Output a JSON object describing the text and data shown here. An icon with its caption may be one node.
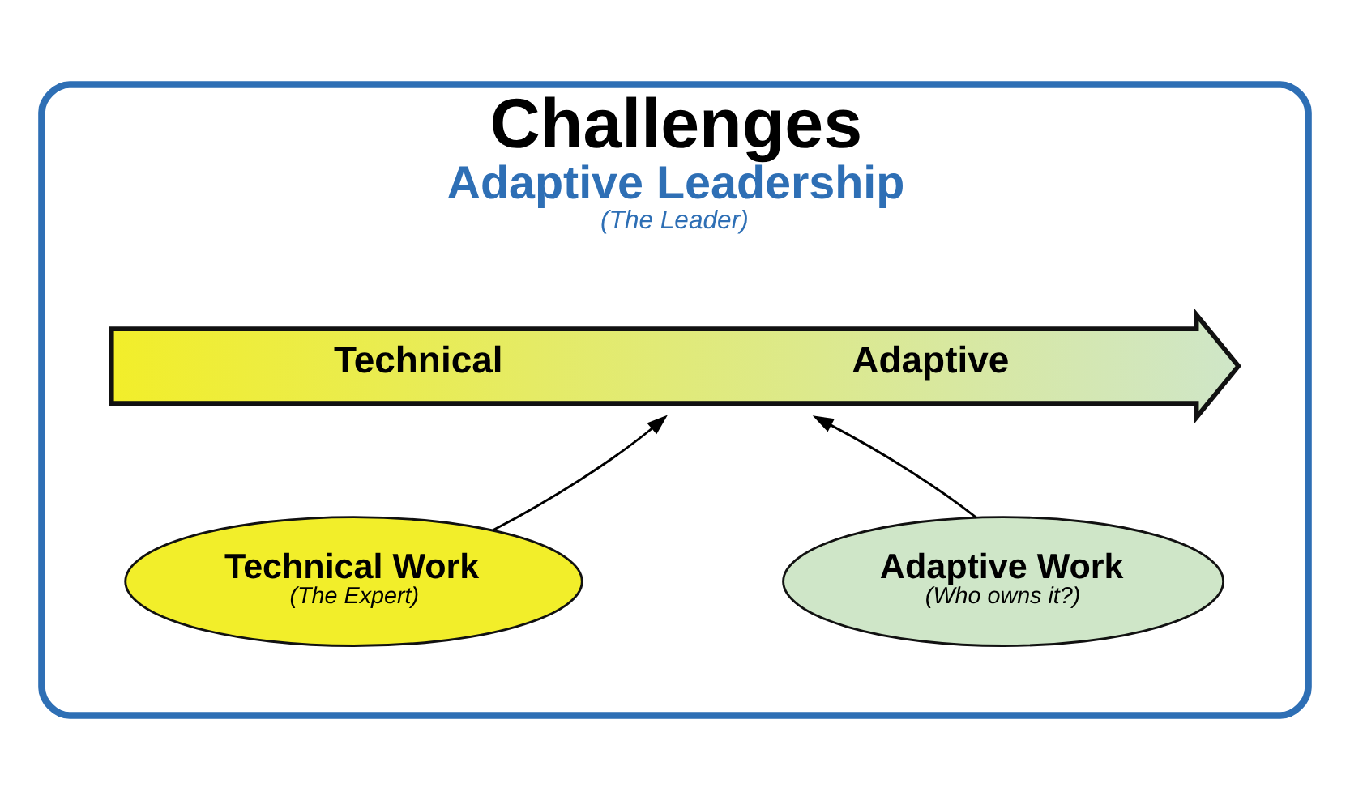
{
  "diagram": {
    "nodes": [
      {
        "text": [
          "Challenges",
          "Adaptive Leadership",
          "(The Leader)"
        ]
      },
      {
        "text": [
          "Technical",
          "Adaptive"
        ],
        "in": 0
      },
      {
        "text": [
          "Technical Work",
          "(The Expert)"
        ],
        "in": 0
      },
      {
        "text": [
          "Adaptive Work",
          "(Who owns it?)"
        ],
        "in": 0
      }
    ],
    "edges": [
      {
        "from": 2,
        "to": 1,
        "arrow": "to"
      },
      {
        "from": 3,
        "to": 1,
        "arrow": "to"
      }
    ]
  }
}
